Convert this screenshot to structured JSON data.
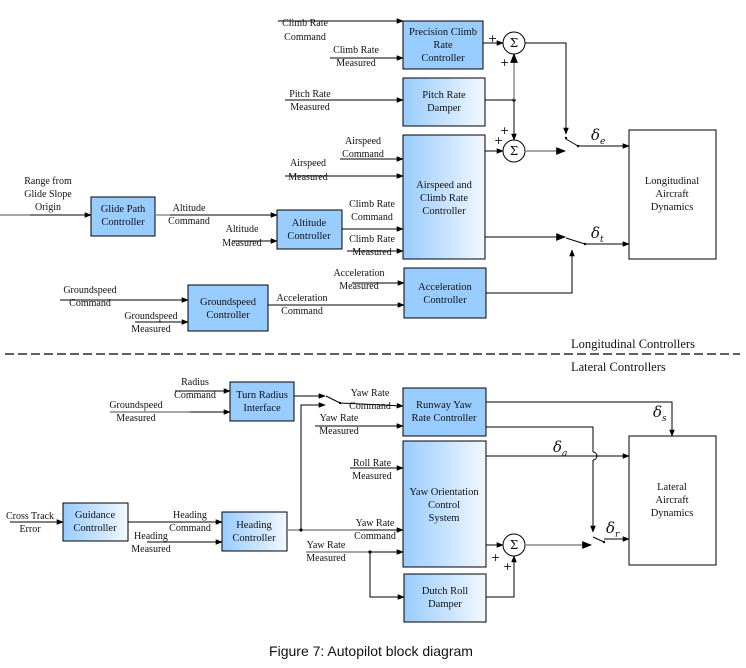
{
  "colors": {
    "block_fill": "#99ccff",
    "block_fill_light": "#eaf4ff",
    "line": "#000000",
    "background": "#ffffff"
  },
  "sections": {
    "longitudinal": "Longitudinal Controllers",
    "lateral": "Lateral Controllers"
  },
  "caption": "Figure 7:  Autopilot block diagram",
  "sum_symbol": "Σ",
  "plus": "+",
  "blocks": {
    "precision_climb": [
      "Precision Climb",
      "Rate",
      "Controller"
    ],
    "pitch_damper": [
      "Pitch Rate",
      "Damper"
    ],
    "airspeed_climb": [
      "Airspeed and",
      "Climb Rate",
      "Controller"
    ],
    "glide_path": [
      "Glide Path",
      "Controller"
    ],
    "altitude": [
      "Altitude",
      "Controller"
    ],
    "acceleration": [
      "Acceleration",
      "Controller"
    ],
    "groundspeed": [
      "Groundspeed",
      "Controller"
    ],
    "long_dynamics": [
      "Longitudinal",
      "Aircraft",
      "Dynamics"
    ],
    "turn_radius": [
      "Turn Radius",
      "Interface"
    ],
    "runway_yaw": [
      "Runway Yaw",
      "Rate Controller"
    ],
    "yaw_orientation": [
      "Yaw Orientation",
      "Control",
      "System"
    ],
    "guidance": [
      "Guidance",
      "Controller"
    ],
    "heading": [
      "Heading",
      "Controller"
    ],
    "dutch_roll": [
      "Dutch Roll",
      "Damper"
    ],
    "lat_dynamics": [
      "Lateral",
      "Aircraft",
      "Dynamics"
    ]
  },
  "signals": {
    "climb_rate_command": [
      "Climb Rate",
      "Command"
    ],
    "climb_rate_measured_top": [
      "Climb Rate",
      "Measured"
    ],
    "pitch_rate_measured": [
      "Pitch Rate",
      "Measured"
    ],
    "airspeed_command": [
      "Airspeed",
      "Command"
    ],
    "airspeed_measured": [
      "Airspeed",
      "Measured"
    ],
    "range_glide": [
      "Range from",
      "Glide Slope",
      "Origin"
    ],
    "altitude_command": [
      "Altitude",
      "Command"
    ],
    "altitude_measured": [
      "Altitude",
      "Measured"
    ],
    "climb_rate_command_mid": [
      "Climb Rate",
      "Command"
    ],
    "climb_rate_measured_mid": [
      "Climb Rate",
      "Measured"
    ],
    "acceleration_measured": [
      "Acceleration",
      "Measured"
    ],
    "acceleration_command": [
      "Acceleration",
      "Command"
    ],
    "groundspeed_command": [
      "Groundspeed",
      "Command"
    ],
    "groundspeed_measured": [
      "Groundspeed",
      "Measured"
    ],
    "radius_command": [
      "Radius",
      "Command"
    ],
    "groundspeed_measured_lat": [
      "Groundspeed",
      "Measured"
    ],
    "yaw_rate_command_top": [
      "Yaw Rate",
      "Command"
    ],
    "yaw_rate_measured_top": [
      "Yaw Rate",
      "Measured"
    ],
    "roll_rate_measured": [
      "Roll Rate",
      "Measured"
    ],
    "cross_track_error": [
      "Cross Track",
      "Error"
    ],
    "heading_command": [
      "Heading",
      "Command"
    ],
    "heading_measured": [
      "Heading",
      "Measured"
    ],
    "yaw_rate_command_mid": [
      "Yaw Rate",
      "Command"
    ],
    "yaw_rate_measured_mid": [
      "Yaw Rate",
      "Measured"
    ]
  },
  "deltas": {
    "elevator": {
      "sym": "δ",
      "sub": "e"
    },
    "throttle": {
      "sym": "δ",
      "sub": "t"
    },
    "steering": {
      "sym": "δ",
      "sub": "s"
    },
    "aileron": {
      "sym": "δ",
      "sub": "a"
    },
    "rudder": {
      "sym": "δ",
      "sub": "r"
    }
  }
}
